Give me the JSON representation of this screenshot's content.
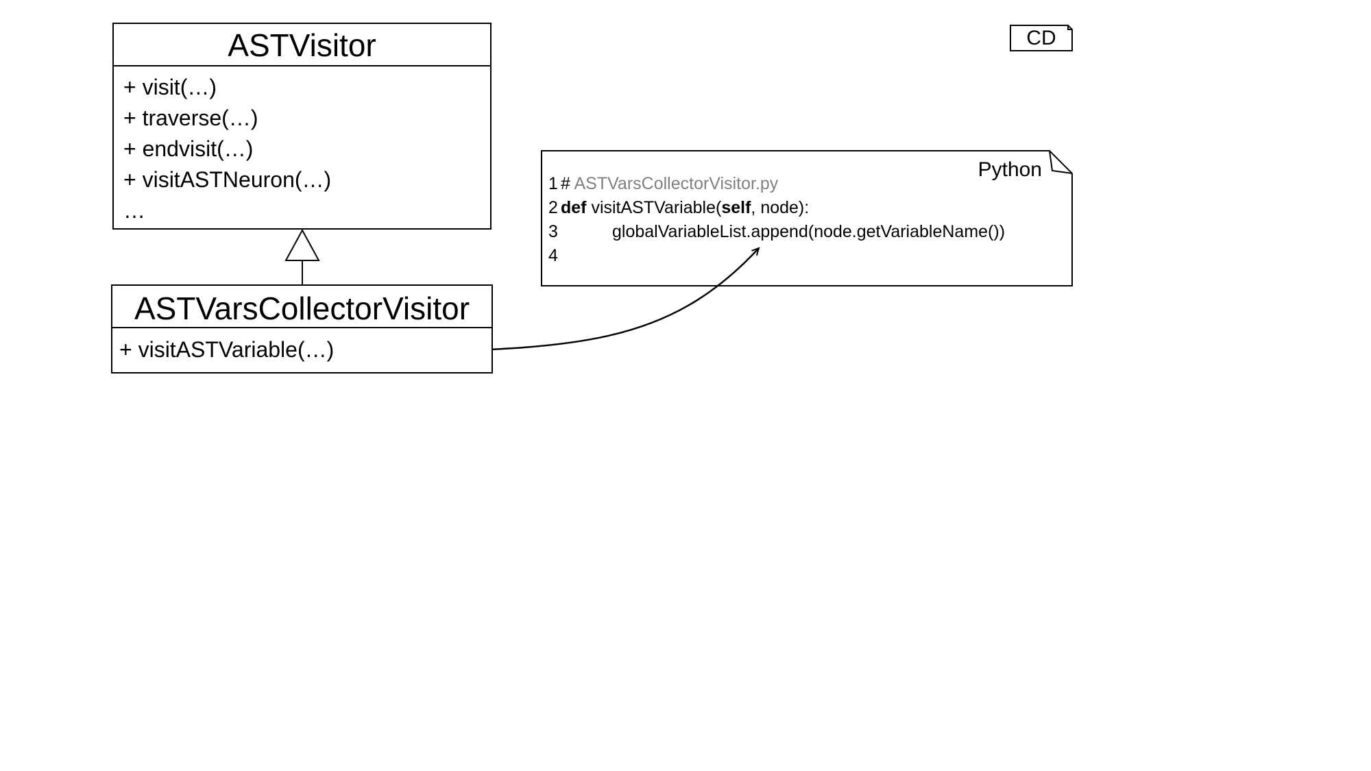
{
  "stereotype_tag": "CD",
  "base_class": {
    "name": "ASTVisitor",
    "operations": [
      "+ visit(…)",
      "+ traverse(…)",
      "+ endvisit(…)",
      "+ visitASTNeuron(…)",
      "…"
    ]
  },
  "derived_class": {
    "name": "ASTVarsCollectorVisitor",
    "operations": [
      "+ visitASTVariable(…)"
    ]
  },
  "code_note": {
    "language": "Python",
    "lines": [
      {
        "number": "1",
        "comment_prefix": "# ",
        "comment_file": "ASTVarsCollectorVisitor",
        "comment_ext": ".py"
      },
      {
        "number": "2",
        "kw_def": "def",
        "fn_sig": " visitASTVariable(",
        "kw_self": "self",
        "params": ", node):"
      },
      {
        "number": "3",
        "body": "globalVariableList.append(node.getVariableName())"
      },
      {
        "number": "4"
      }
    ]
  }
}
